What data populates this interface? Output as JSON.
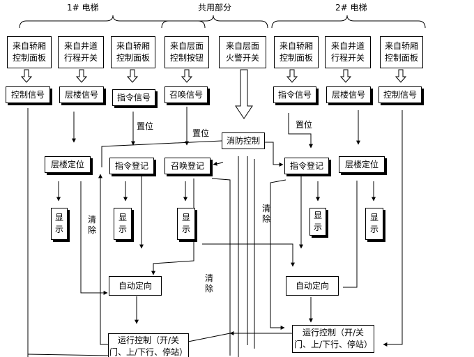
{
  "headers": {
    "elevator1": "1# 电梯",
    "shared": "共用部分",
    "elevator2": "2# 电梯"
  },
  "sources": {
    "e1_car_panel_a": "来自轿厢\n控制面板",
    "e1_shaft_switch": "来自井道\n行程开关",
    "e1_car_panel_b": "来自轿厢\n控制面板",
    "floor_button": "来自层面\n控制按钮",
    "fire_switch": "来自层面\n火警开关",
    "e2_car_panel_a": "来自轿厢\n控制面板",
    "e2_shaft_switch": "来自井道\n行程开关",
    "e2_car_panel_b": "来自轿厢\n控制面板"
  },
  "signals": {
    "e1_control": "控制信号",
    "e1_floor": "层楼信号",
    "e1_command": "指令信号",
    "call": "召唤信号",
    "e2_command": "指令信号",
    "e2_floor": "层楼信号",
    "e2_control": "控制信号"
  },
  "processing": {
    "fire_control": "消防控制",
    "e1_floor_position": "层楼定位",
    "e1_command_register": "指令登记",
    "call_register": "召唤登记",
    "e2_command_register": "指令登记",
    "e2_floor_position": "层楼定位"
  },
  "displays": {
    "d1": "显\n示",
    "d2": "显\n示",
    "d3": "显\n示",
    "d4": "显\n示",
    "d5": "显\n示"
  },
  "auto": {
    "e1": "自动定向",
    "e2": "自动定向"
  },
  "run": {
    "e1": "运行控制（开/关\n门、上/下行、停站）",
    "e2": "运行控制（开/关\n门、上/下行、停站）"
  },
  "labels": {
    "set1": "置位",
    "set2": "置位",
    "set3": "置位",
    "clear1": "清\n除",
    "clear2": "清\n除",
    "clear3": "清\n除"
  }
}
